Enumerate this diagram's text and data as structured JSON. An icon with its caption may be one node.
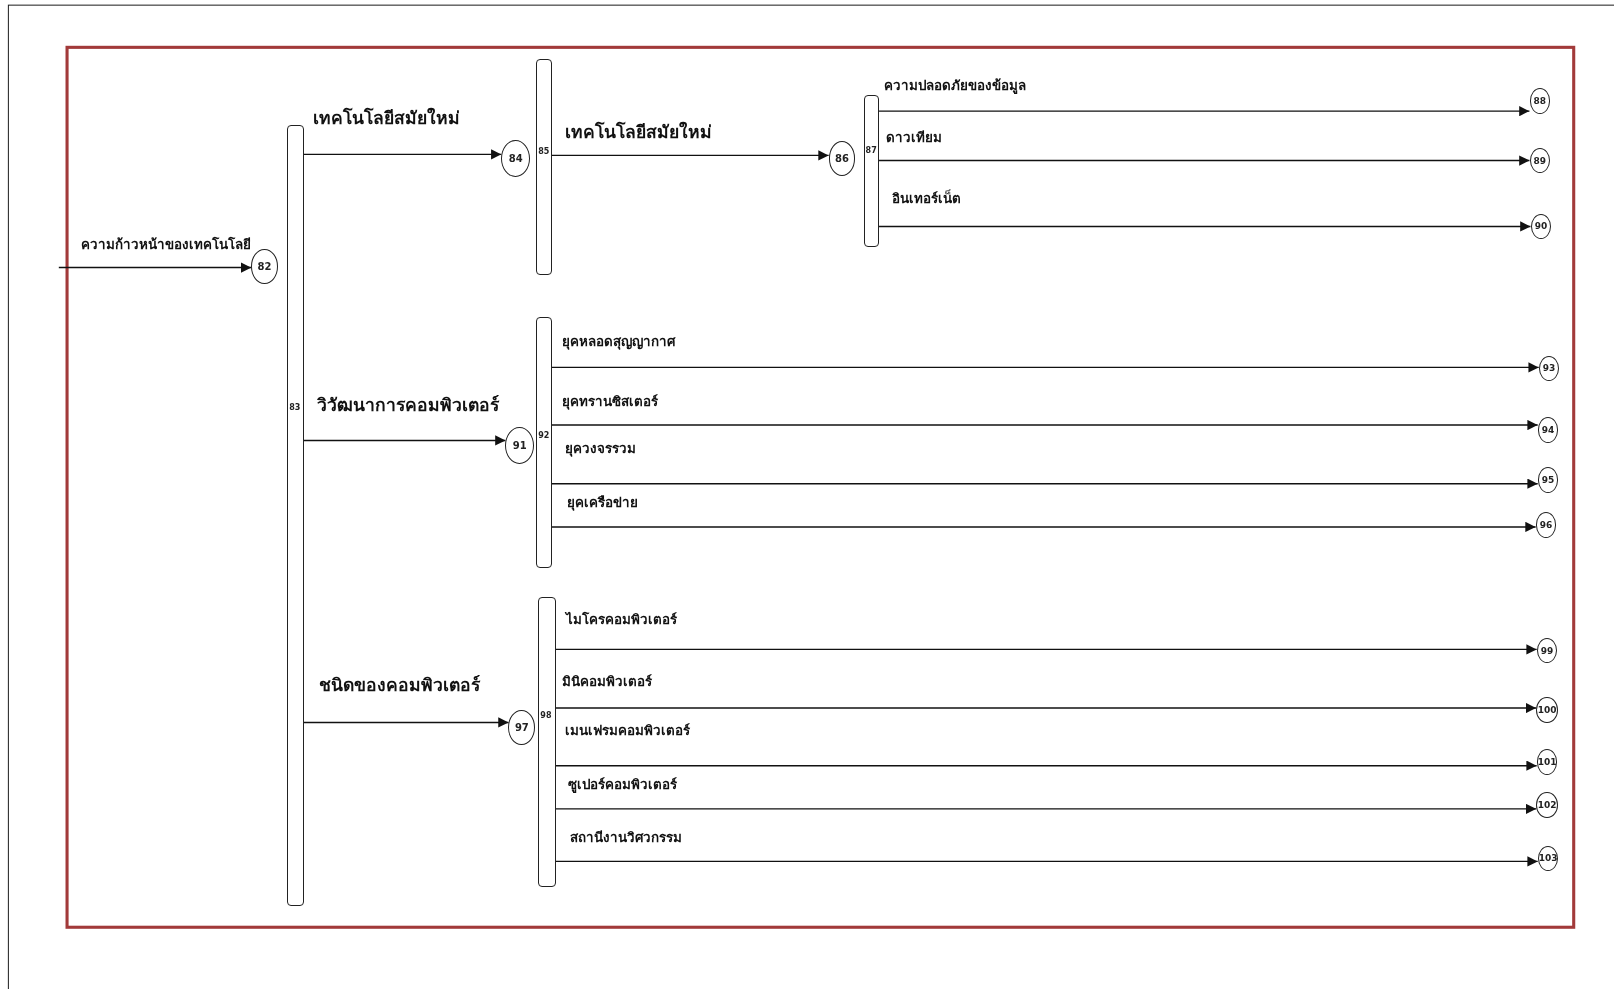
{
  "diagram": {
    "nodes": [
      {
        "text": [
          "82"
        ]
      },
      {
        "text": [
          "83"
        ]
      },
      {
        "text": [
          "84"
        ]
      },
      {
        "text": [
          "85"
        ]
      },
      {
        "text": [
          "86"
        ]
      },
      {
        "text": [
          "87"
        ]
      },
      {
        "text": [
          "88"
        ]
      },
      {
        "text": [
          "89"
        ]
      },
      {
        "text": [
          "90"
        ]
      },
      {
        "text": [
          "91"
        ]
      },
      {
        "text": [
          "92"
        ]
      },
      {
        "text": [
          "93"
        ]
      },
      {
        "text": [
          "94"
        ]
      },
      {
        "text": [
          "95"
        ]
      },
      {
        "text": [
          "96"
        ]
      },
      {
        "text": [
          "97"
        ]
      },
      {
        "text": [
          "98"
        ]
      },
      {
        "text": [
          "99"
        ]
      },
      {
        "text": [
          "100"
        ]
      },
      {
        "text": [
          "101"
        ]
      },
      {
        "text": [
          "102"
        ]
      },
      {
        "text": [
          "103"
        ]
      }
    ],
    "edges": [
      {
        "from": null,
        "to": 0,
        "arrow": "to",
        "label": "ความก้าวหน้าของเทคโนโลยี"
      },
      {
        "from": 1,
        "to": 2,
        "arrow": "to",
        "label": "เทคโนโลยีสมัยใหม่"
      },
      {
        "from": 3,
        "to": 4,
        "arrow": "to",
        "label": "เทคโนโลยีสมัยใหม่"
      },
      {
        "from": 5,
        "to": 6,
        "arrow": "to",
        "label": "ความปลอดภัยของข้อมูล"
      },
      {
        "from": 5,
        "to": 7,
        "arrow": "to",
        "label": "ดาวเทียม"
      },
      {
        "from": 5,
        "to": 8,
        "arrow": "to",
        "label": "อินเทอร์เน็ต"
      },
      {
        "from": 1,
        "to": 9,
        "arrow": "to",
        "label": "วิวัฒนาการคอมพิวเตอร์"
      },
      {
        "from": 10,
        "to": 11,
        "arrow": "to",
        "label": "ยุคหลอดสุญญากาศ"
      },
      {
        "from": 10,
        "to": 12,
        "arrow": "to",
        "label": "ยุคทรานซิสเตอร์"
      },
      {
        "from": 10,
        "to": 13,
        "arrow": "to",
        "label": "ยุควงจรรวม"
      },
      {
        "from": 10,
        "to": 14,
        "arrow": "to",
        "label": "ยุคเครือข่าย"
      },
      {
        "from": 1,
        "to": 15,
        "arrow": "to",
        "label": "ชนิดของคอมพิวเตอร์"
      },
      {
        "from": 16,
        "to": 17,
        "arrow": "to",
        "label": "ไมโครคอมพิวเตอร์"
      },
      {
        "from": 16,
        "to": 18,
        "arrow": "to",
        "label": "มินิคอมพิวเตอร์"
      },
      {
        "from": 16,
        "to": 19,
        "arrow": "to",
        "label": "เมนเฟรมคอมพิวเตอร์"
      },
      {
        "from": 16,
        "to": 20,
        "arrow": "to",
        "label": "ซูเปอร์คอมพิวเตอร์"
      },
      {
        "from": 16,
        "to": 21,
        "arrow": "to",
        "label": "สถานีงานวิศวกรรม"
      }
    ]
  }
}
